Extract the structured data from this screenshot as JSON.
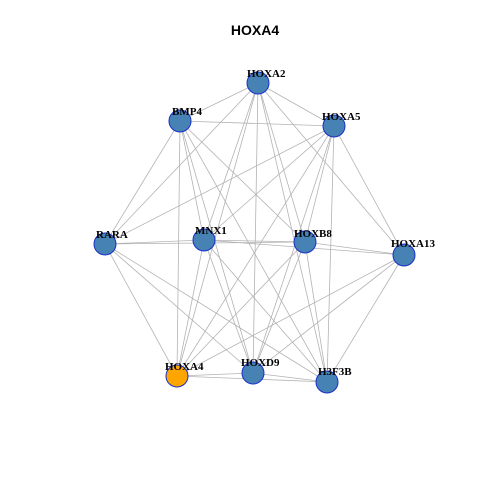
{
  "title": "HOXA4",
  "colors": {
    "node_default": "#4682b4",
    "node_highlight": "#ffa500",
    "node_border": "#1a2ec8",
    "edge": "#b3b3b3"
  },
  "graph": {
    "nodes": [
      {
        "id": "HOXA2",
        "label": "HOXA2",
        "highlight": false
      },
      {
        "id": "BMP4",
        "label": "BMP4",
        "highlight": false
      },
      {
        "id": "HOXA5",
        "label": "HOXA5",
        "highlight": false
      },
      {
        "id": "RARA",
        "label": "RARA",
        "highlight": false
      },
      {
        "id": "MNX1",
        "label": "MNX1",
        "highlight": false
      },
      {
        "id": "HOXB8",
        "label": "HOXB8",
        "highlight": false
      },
      {
        "id": "HOXA13",
        "label": "HOXA13",
        "highlight": false
      },
      {
        "id": "HOXA4",
        "label": "HOXA4",
        "highlight": true
      },
      {
        "id": "HOXD9",
        "label": "HOXD9",
        "highlight": false
      },
      {
        "id": "H3F3B",
        "label": "H3F3B",
        "highlight": false
      }
    ],
    "edges": [
      [
        "HOXA2",
        "BMP4"
      ],
      [
        "HOXA2",
        "HOXA5"
      ],
      [
        "HOXA2",
        "RARA"
      ],
      [
        "HOXA2",
        "MNX1"
      ],
      [
        "HOXA2",
        "HOXB8"
      ],
      [
        "HOXA2",
        "HOXA13"
      ],
      [
        "HOXA2",
        "HOXA4"
      ],
      [
        "HOXA2",
        "HOXD9"
      ],
      [
        "HOXA2",
        "H3F3B"
      ],
      [
        "BMP4",
        "HOXA5"
      ],
      [
        "BMP4",
        "RARA"
      ],
      [
        "BMP4",
        "MNX1"
      ],
      [
        "BMP4",
        "HOXB8"
      ],
      [
        "BMP4",
        "HOXA4"
      ],
      [
        "BMP4",
        "HOXD9"
      ],
      [
        "BMP4",
        "H3F3B"
      ],
      [
        "HOXA5",
        "RARA"
      ],
      [
        "HOXA5",
        "MNX1"
      ],
      [
        "HOXA5",
        "HOXB8"
      ],
      [
        "HOXA5",
        "HOXA13"
      ],
      [
        "HOXA5",
        "HOXA4"
      ],
      [
        "HOXA5",
        "HOXD9"
      ],
      [
        "HOXA5",
        "H3F3B"
      ],
      [
        "RARA",
        "MNX1"
      ],
      [
        "RARA",
        "HOXB8"
      ],
      [
        "RARA",
        "HOXA4"
      ],
      [
        "RARA",
        "HOXD9"
      ],
      [
        "RARA",
        "H3F3B"
      ],
      [
        "MNX1",
        "HOXB8"
      ],
      [
        "MNX1",
        "HOXA13"
      ],
      [
        "MNX1",
        "HOXA4"
      ],
      [
        "MNX1",
        "HOXD9"
      ],
      [
        "MNX1",
        "H3F3B"
      ],
      [
        "HOXB8",
        "HOXA13"
      ],
      [
        "HOXB8",
        "HOXA4"
      ],
      [
        "HOXB8",
        "HOXD9"
      ],
      [
        "HOXB8",
        "H3F3B"
      ],
      [
        "HOXA13",
        "HOXA4"
      ],
      [
        "HOXA13",
        "HOXD9"
      ],
      [
        "HOXA13",
        "H3F3B"
      ],
      [
        "HOXA4",
        "HOXD9"
      ],
      [
        "HOXA4",
        "H3F3B"
      ],
      [
        "HOXD9",
        "H3F3B"
      ]
    ]
  }
}
